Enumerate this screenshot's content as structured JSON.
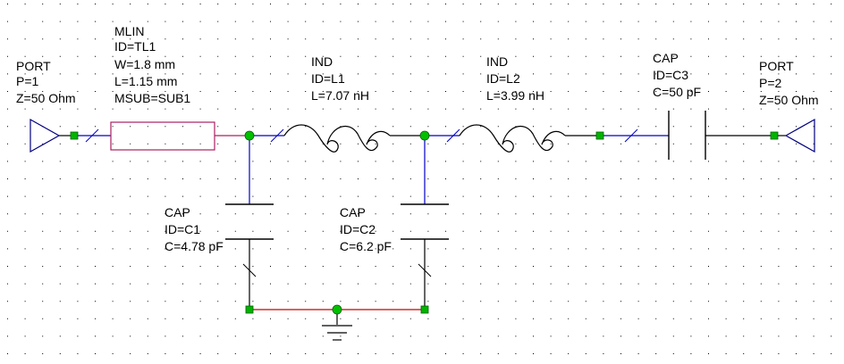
{
  "colors": {
    "background": "#ffffff",
    "grid_dot": "#000000",
    "wire": "#0000c8",
    "connected_wire": "#c80000",
    "symbol": "#000000",
    "node": "#00a000",
    "pin": "#00b400"
  },
  "port1": {
    "name": "PORT",
    "p": "P=1",
    "z": "Z=50 Ohm"
  },
  "tl1": {
    "name": "MLIN",
    "id": "ID=TL1",
    "w": "W=1.8 mm",
    "l": "L=1.15 mm",
    "msub": "MSUB=SUB1"
  },
  "l1": {
    "name": "IND",
    "id": "ID=L1",
    "value": "L=7.07 nH"
  },
  "l2": {
    "name": "IND",
    "id": "ID=L2",
    "value": "L=3.99 nH"
  },
  "c3": {
    "name": "CAP",
    "id": "ID=C3",
    "value": "C=50 pF"
  },
  "port2": {
    "name": "PORT",
    "p": "P=2",
    "z": "Z=50 Ohm"
  },
  "c1": {
    "name": "CAP",
    "id": "ID=C1",
    "value": "C=4.78 pF"
  },
  "c2": {
    "name": "CAP",
    "id": "ID=C2",
    "value": "C=6.2 pF"
  },
  "icons": {
    "port": "port-arrow-icon",
    "ground": "ground-icon",
    "inductor": "inductor-coil-icon",
    "capacitor": "capacitor-plates-icon",
    "line": "transmission-line-icon"
  }
}
